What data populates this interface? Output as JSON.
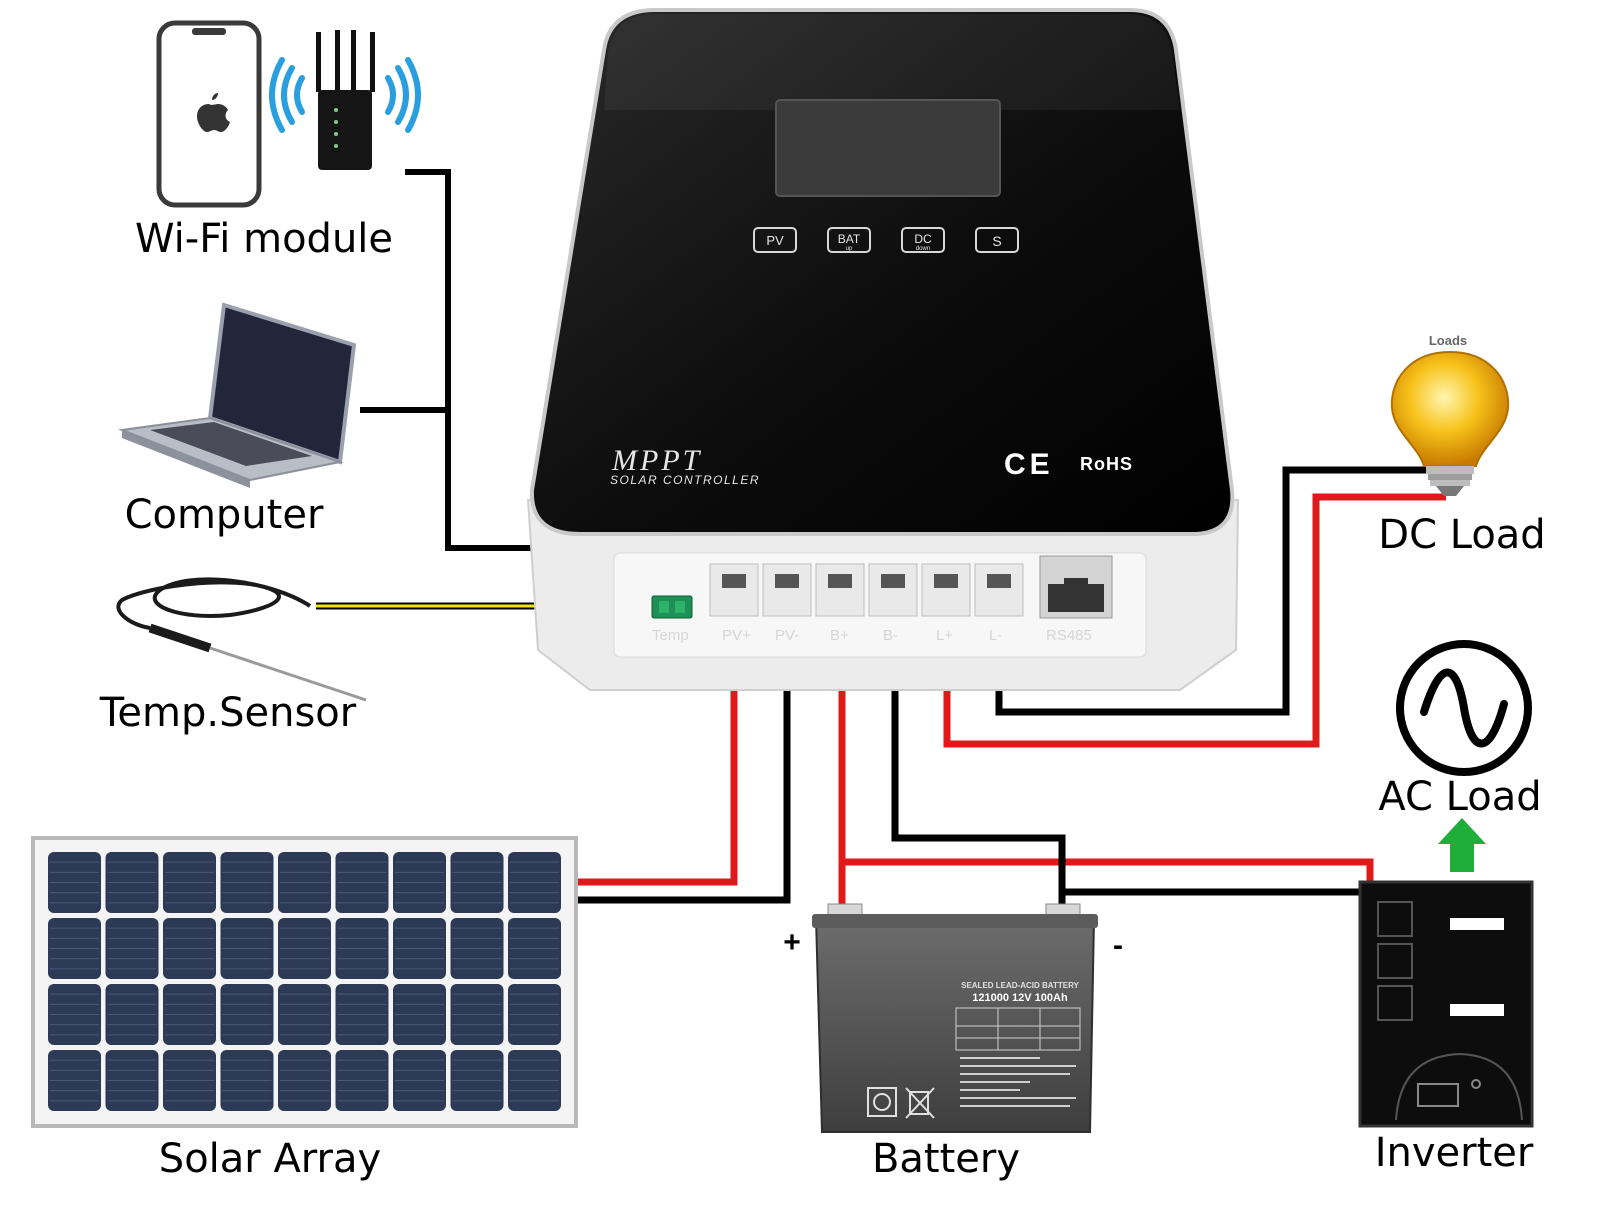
{
  "labels": {
    "wifi": "Wi-Fi module",
    "computer": "Computer",
    "temp": "Temp.Sensor",
    "solar": "Solar Array",
    "battery": "Battery",
    "inverter": "Inverter",
    "dc_load": "DC Load",
    "ac_load": "AC Load"
  },
  "controller": {
    "brand": "MPPT",
    "subtitle": "SOLAR CONTROLLER",
    "ce": "CE",
    "rohs": "RoHS",
    "buttons": [
      {
        "main": "PV",
        "sub": ""
      },
      {
        "main": "BAT",
        "sub": "up"
      },
      {
        "main": "DC",
        "sub": "down"
      },
      {
        "main": "S",
        "sub": ""
      }
    ],
    "ports": [
      "Temp",
      "PV+",
      "PV-",
      "B+",
      "B-",
      "L+",
      "L-",
      "RS485"
    ]
  },
  "bulb": {
    "caption": "Loads"
  },
  "battery": {
    "plus": "+",
    "minus": "-",
    "type": "SEALED LEAD-ACID BATTERY",
    "model": "121000  12V  100Ah"
  },
  "colors": {
    "positive_wire": "#e01a1a",
    "negative_wire": "#000000",
    "sensor_wire": "#f2e600",
    "wifi_signal": "#2a9fe0",
    "arrow": "#1fae3a",
    "panel_cell": "#2d3a56",
    "controller_face": "#111111",
    "controller_body": "#ececec"
  }
}
